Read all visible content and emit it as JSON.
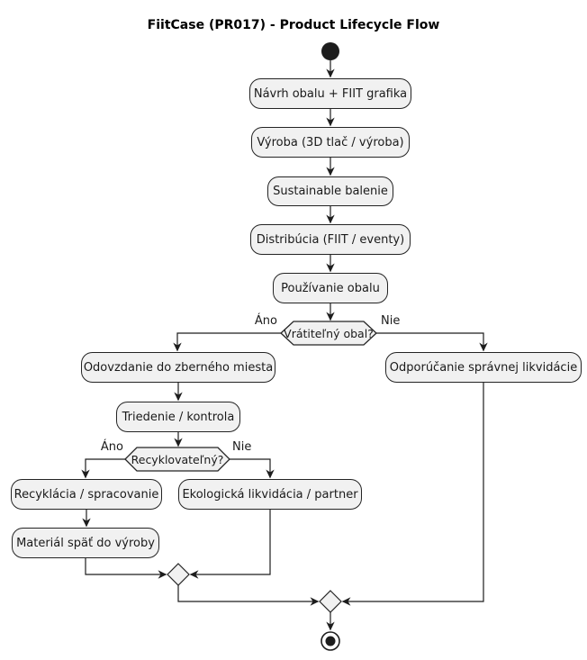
{
  "title": "FiitCase (PR017) - Product Lifecycle Flow",
  "diagram_type": "activity_flowchart",
  "nodes": {
    "start": "start",
    "navrh_obalu": "Návrh obalu + FIIT grafika",
    "vyroba": "Výroba (3D tlač / výroba)",
    "sustainable_balenie": "Sustainable balenie",
    "distribucia": "Distribúcia (FIIT / eventy)",
    "pouzivanie_obalu": "Používanie obalu",
    "vratitelny_obal": "Vrátiteľný obal?",
    "odovzdanie": "Odovzdanie do zberného miesta",
    "odporucanie": "Odporúčanie správnej likvidácie",
    "triedenie": "Triedenie / kontrola",
    "recyklovatelny": "Recyklovateľný?",
    "recyklacia": "Recyklácia / spracovanie",
    "ekologicka": "Ekologická likvidácia / partner",
    "material": "Materiál späť do výroby",
    "merge1": "merge",
    "merge2": "merge",
    "end": "end"
  },
  "edges": [
    {
      "from": "start",
      "to": "navrh_obalu"
    },
    {
      "from": "navrh_obalu",
      "to": "vyroba"
    },
    {
      "from": "vyroba",
      "to": "sustainable_balenie"
    },
    {
      "from": "sustainable_balenie",
      "to": "distribucia"
    },
    {
      "from": "distribucia",
      "to": "pouzivanie_obalu"
    },
    {
      "from": "pouzivanie_obalu",
      "to": "vratitelny_obal"
    },
    {
      "from": "vratitelny_obal",
      "to": "odovzdanie",
      "label": "Áno"
    },
    {
      "from": "vratitelny_obal",
      "to": "odporucanie",
      "label": "Nie"
    },
    {
      "from": "odovzdanie",
      "to": "triedenie"
    },
    {
      "from": "triedenie",
      "to": "recyklovatelny"
    },
    {
      "from": "recyklovatelny",
      "to": "recyklacia",
      "label": "Áno"
    },
    {
      "from": "recyklovatelny",
      "to": "ekologicka",
      "label": "Nie"
    },
    {
      "from": "recyklacia",
      "to": "material"
    },
    {
      "from": "material",
      "to": "merge1"
    },
    {
      "from": "ekologicka",
      "to": "merge1"
    },
    {
      "from": "merge1",
      "to": "merge2"
    },
    {
      "from": "odporucanie",
      "to": "merge2"
    },
    {
      "from": "merge2",
      "to": "end"
    }
  ],
  "colors": {
    "node_fill": "#f1f1f1",
    "node_border": "#242424",
    "line": "#1d1d1d",
    "text": "#1a1a1a",
    "background": "#ffffff"
  }
}
